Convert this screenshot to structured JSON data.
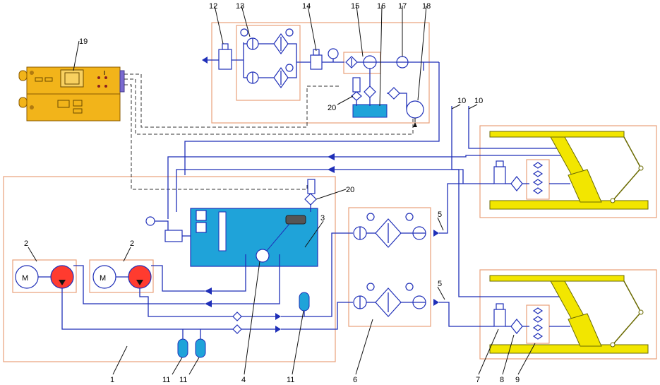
{
  "labels": {
    "l1": "1",
    "l2a": "2",
    "l2b": "2",
    "l3": "3",
    "l4": "4",
    "l5a": "5",
    "l5b": "5",
    "l6": "6",
    "l7": "7",
    "l8": "8",
    "l9": "9",
    "l10a": "10",
    "l10b": "10",
    "l11a": "11",
    "l11b": "11",
    "l11c": "11",
    "l12": "12",
    "l13": "13",
    "l14": "14",
    "l15": "15",
    "l16": "16",
    "l17": "17",
    "l18": "18",
    "l19": "19",
    "l20a": "20",
    "l20b": "20"
  },
  "symbols": {
    "motor_a": "M",
    "motor_b": "M"
  },
  "colors": {
    "pipe": "#1f2fb8",
    "frame": "#e8a07a",
    "tank_fluid": "#1fa3d9",
    "pump": "#ff3b2f",
    "cylinder": "#f2e600",
    "control_box": "#f2b41a"
  }
}
